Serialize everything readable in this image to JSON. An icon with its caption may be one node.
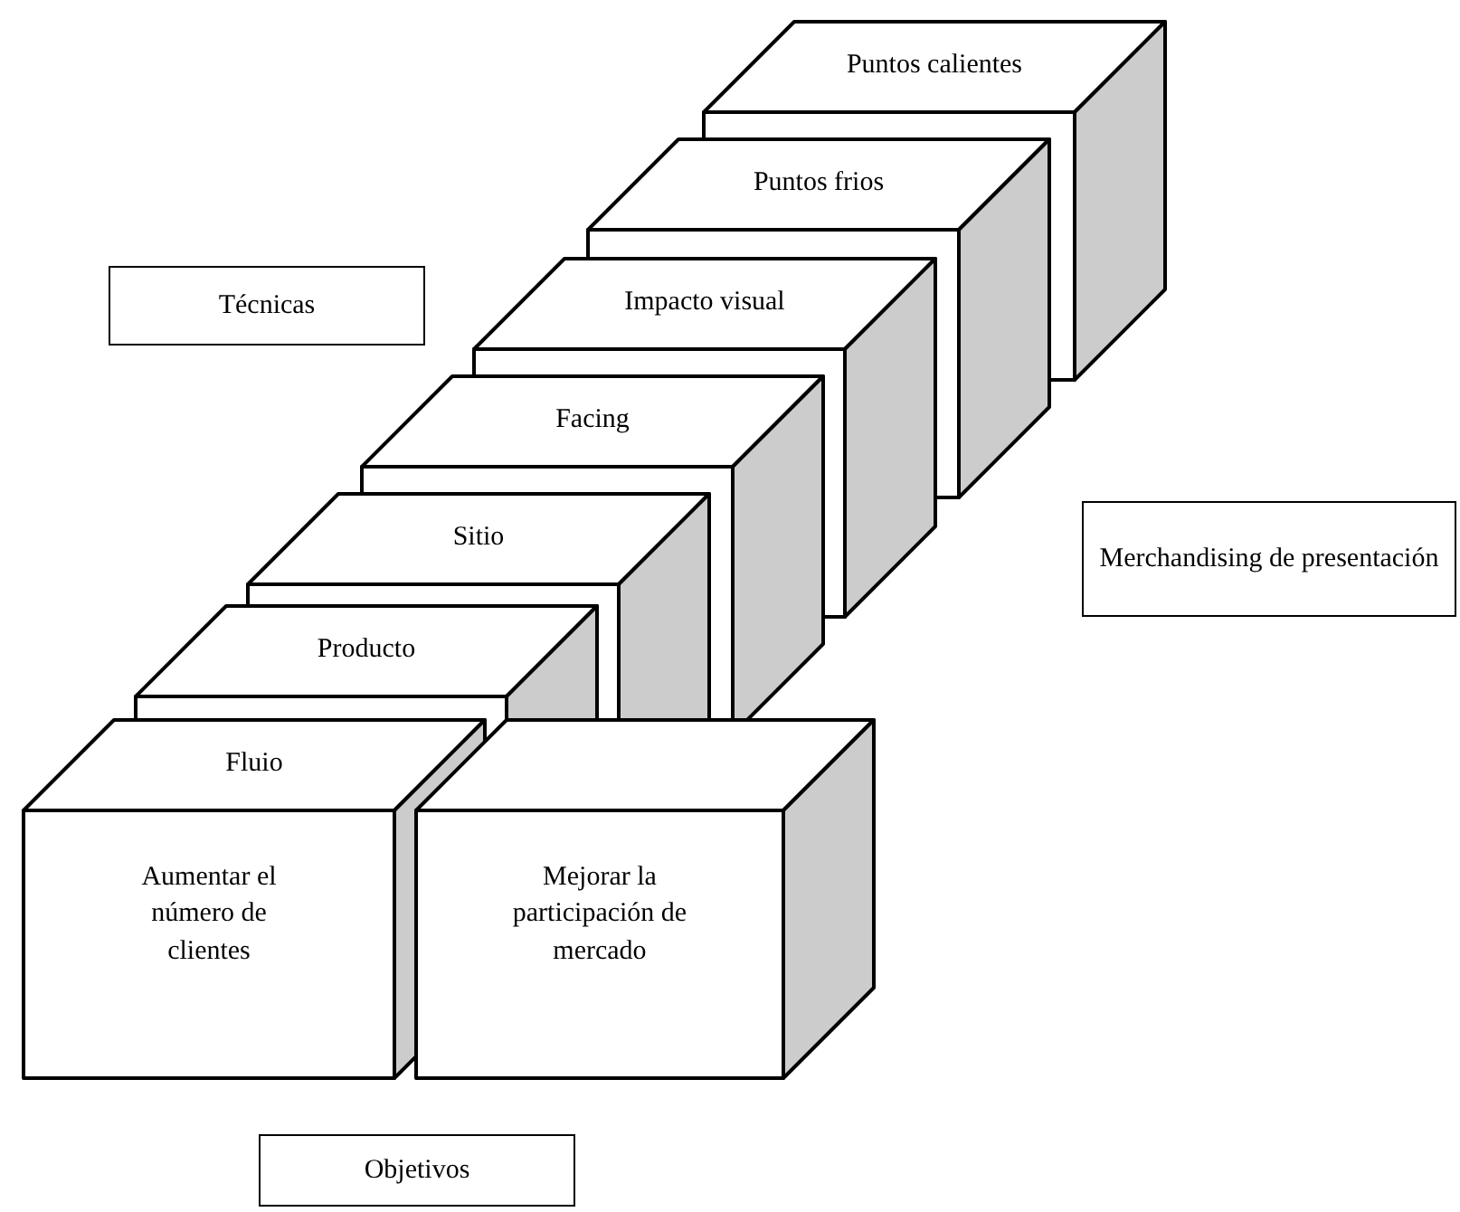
{
  "diagram": {
    "nodes": [
      {
        "text": [
          "Puntos calientes"
        ]
      },
      {
        "text": [
          "Técnicas"
        ]
      },
      {
        "text": [
          "Puntos frios"
        ]
      },
      {
        "text": [
          "Impacto visual"
        ]
      },
      {
        "text": [
          "Facing"
        ]
      },
      {
        "text": [
          "Merchandising de presentación"
        ]
      },
      {
        "text": [
          "Sitio"
        ]
      },
      {
        "text": [
          "Producto"
        ]
      },
      {
        "text": [
          "Fluio",
          "Aumentar el número de clientes"
        ]
      },
      {
        "text": [
          "Mejorar la participación de mercado"
        ]
      },
      {
        "text": [
          "Objetivos"
        ]
      }
    ]
  }
}
